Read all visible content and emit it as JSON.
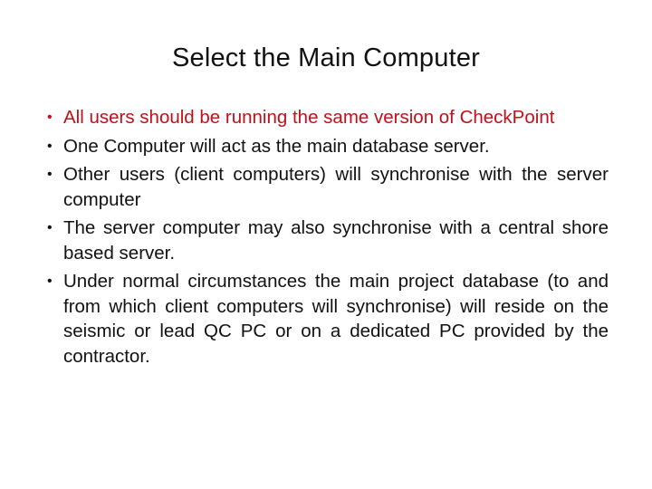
{
  "slide": {
    "title": "Select the Main Computer",
    "accent_color": "#c0101a",
    "bullets": [
      {
        "text": "All users should be running the same version of CheckPoint",
        "color": "red"
      },
      {
        "text": "One Computer will act as the main database server.",
        "color": "black"
      },
      {
        "text": "Other users (client computers) will synchronise with the server computer",
        "color": "black"
      },
      {
        "text": "The server computer may also synchronise with a central shore based server.",
        "color": "black"
      },
      {
        "text": "Under normal circumstances the main project database (to and from which client computers will synchronise) will reside on the seismic or lead QC PC or on a dedicated PC provided by the contractor.",
        "color": "black"
      }
    ],
    "bullet_glyph": "•"
  }
}
